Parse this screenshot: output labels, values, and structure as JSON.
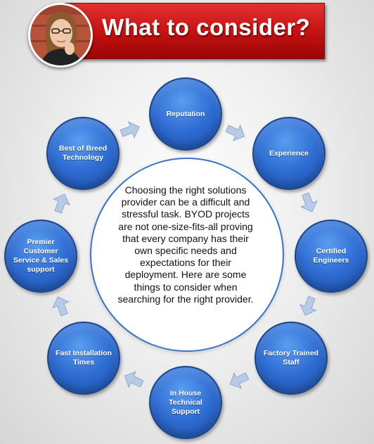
{
  "header": {
    "title": "What to consider?"
  },
  "center": {
    "text": "Choosing the right solutions provider can be a difficult and stressful task.  BYOD projects are not one-size-fits-all proving that every company has their own specific needs  and expectations for their deployment.  Here are some things to consider when searching for the right provider."
  },
  "nodes": [
    {
      "label": "Reputation"
    },
    {
      "label": "Experience"
    },
    {
      "label": "Certified Engineers"
    },
    {
      "label": "Factory Trained  Staff"
    },
    {
      "label": "In House Technical Support"
    },
    {
      "label": "Fast Installation Times"
    },
    {
      "label": "Premier Customer Service & Sales support"
    },
    {
      "label": "Best of Breed Technology"
    }
  ],
  "colors": {
    "banner": "#c31010",
    "node": "#2e6cd2",
    "arrow": "#b9cbe4"
  },
  "icons": [
    "person-photo",
    "arrow-icon"
  ]
}
